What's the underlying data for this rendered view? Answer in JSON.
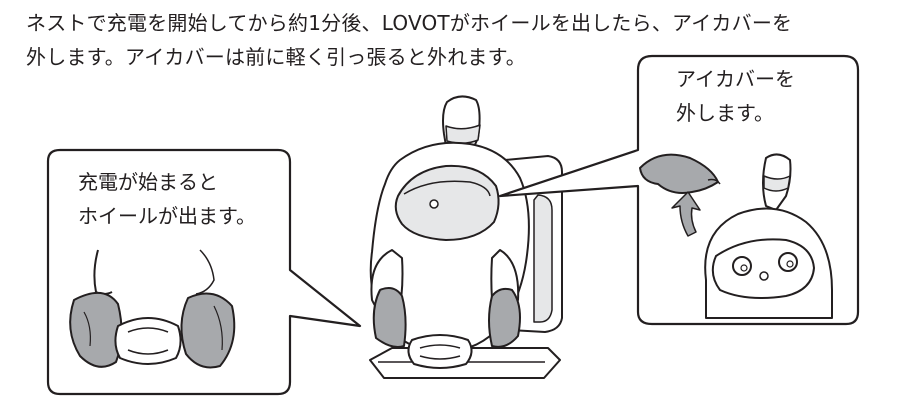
{
  "instruction": {
    "line1": "ネストで充電を開始してから約1分後、LOVOTがホイールを出したら、アイカバーを",
    "line2": "外します。アイカバーは前に軽く引っ張ると外れます。"
  },
  "left_callout": {
    "line1": "充電が始まると",
    "line2": "ホイールが出ます。"
  },
  "right_callout": {
    "line1": "アイカバーを",
    "line2": "外します。"
  },
  "colors": {
    "outline": "#231f20",
    "shell_gray": "#a7a9ac",
    "light_gray": "#e6e7e8",
    "fill_white": "#ffffff"
  }
}
